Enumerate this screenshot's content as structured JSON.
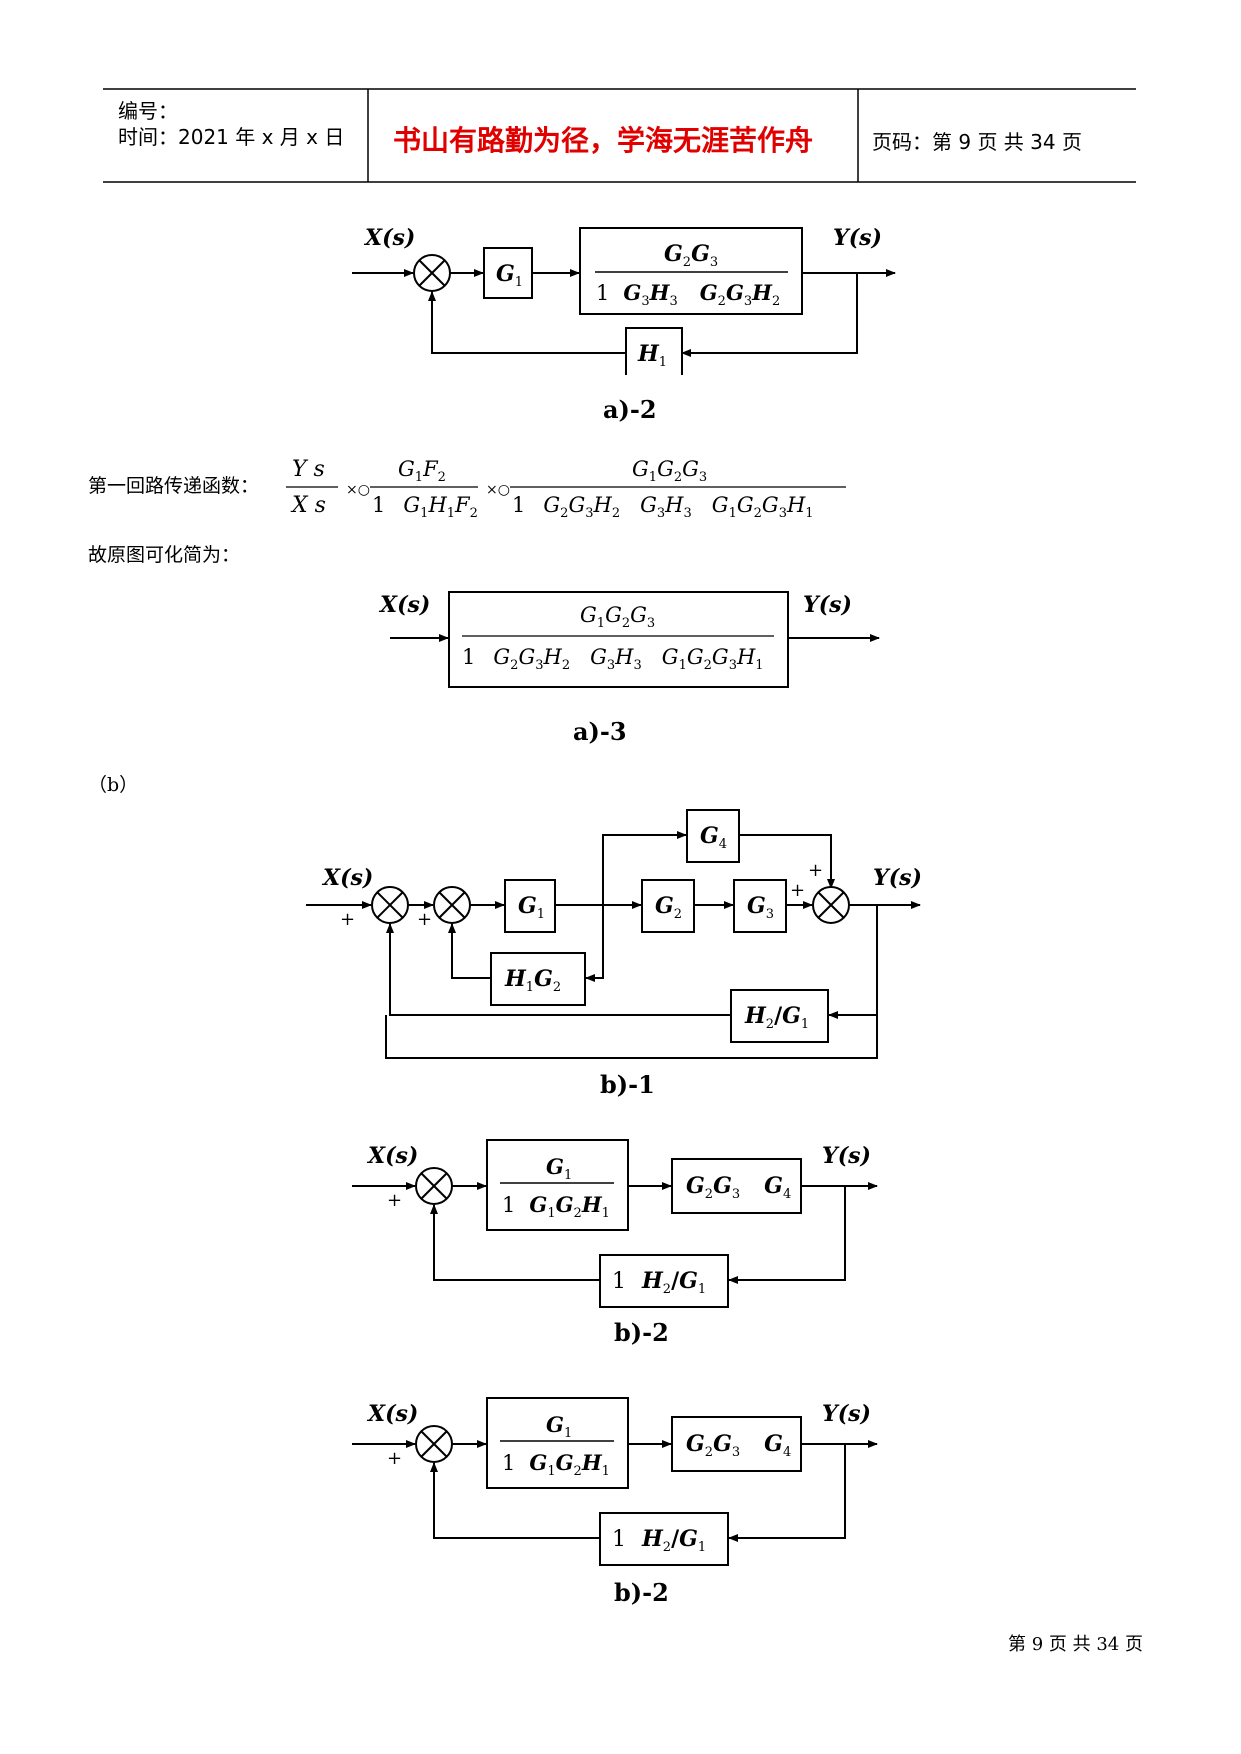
{
  "header": {
    "number_label": "编号：",
    "time_label": "时间：2021 年 x 月 x 日",
    "motto": "书山有路勤为径，学海无涯苦作舟",
    "page_label": "页码：第 9 页  共 34 页"
  },
  "captions": {
    "a2": "a)-2",
    "a3": "a)-3",
    "b1": "b)-1",
    "b2": "b)-2",
    "b2b": "b)-2"
  },
  "text": {
    "first_loop": "第一回路传递函数：",
    "simplified": "故原图可化简为：",
    "section_b": "（b）"
  },
  "footer": "第 9 页 共 34 页"
}
